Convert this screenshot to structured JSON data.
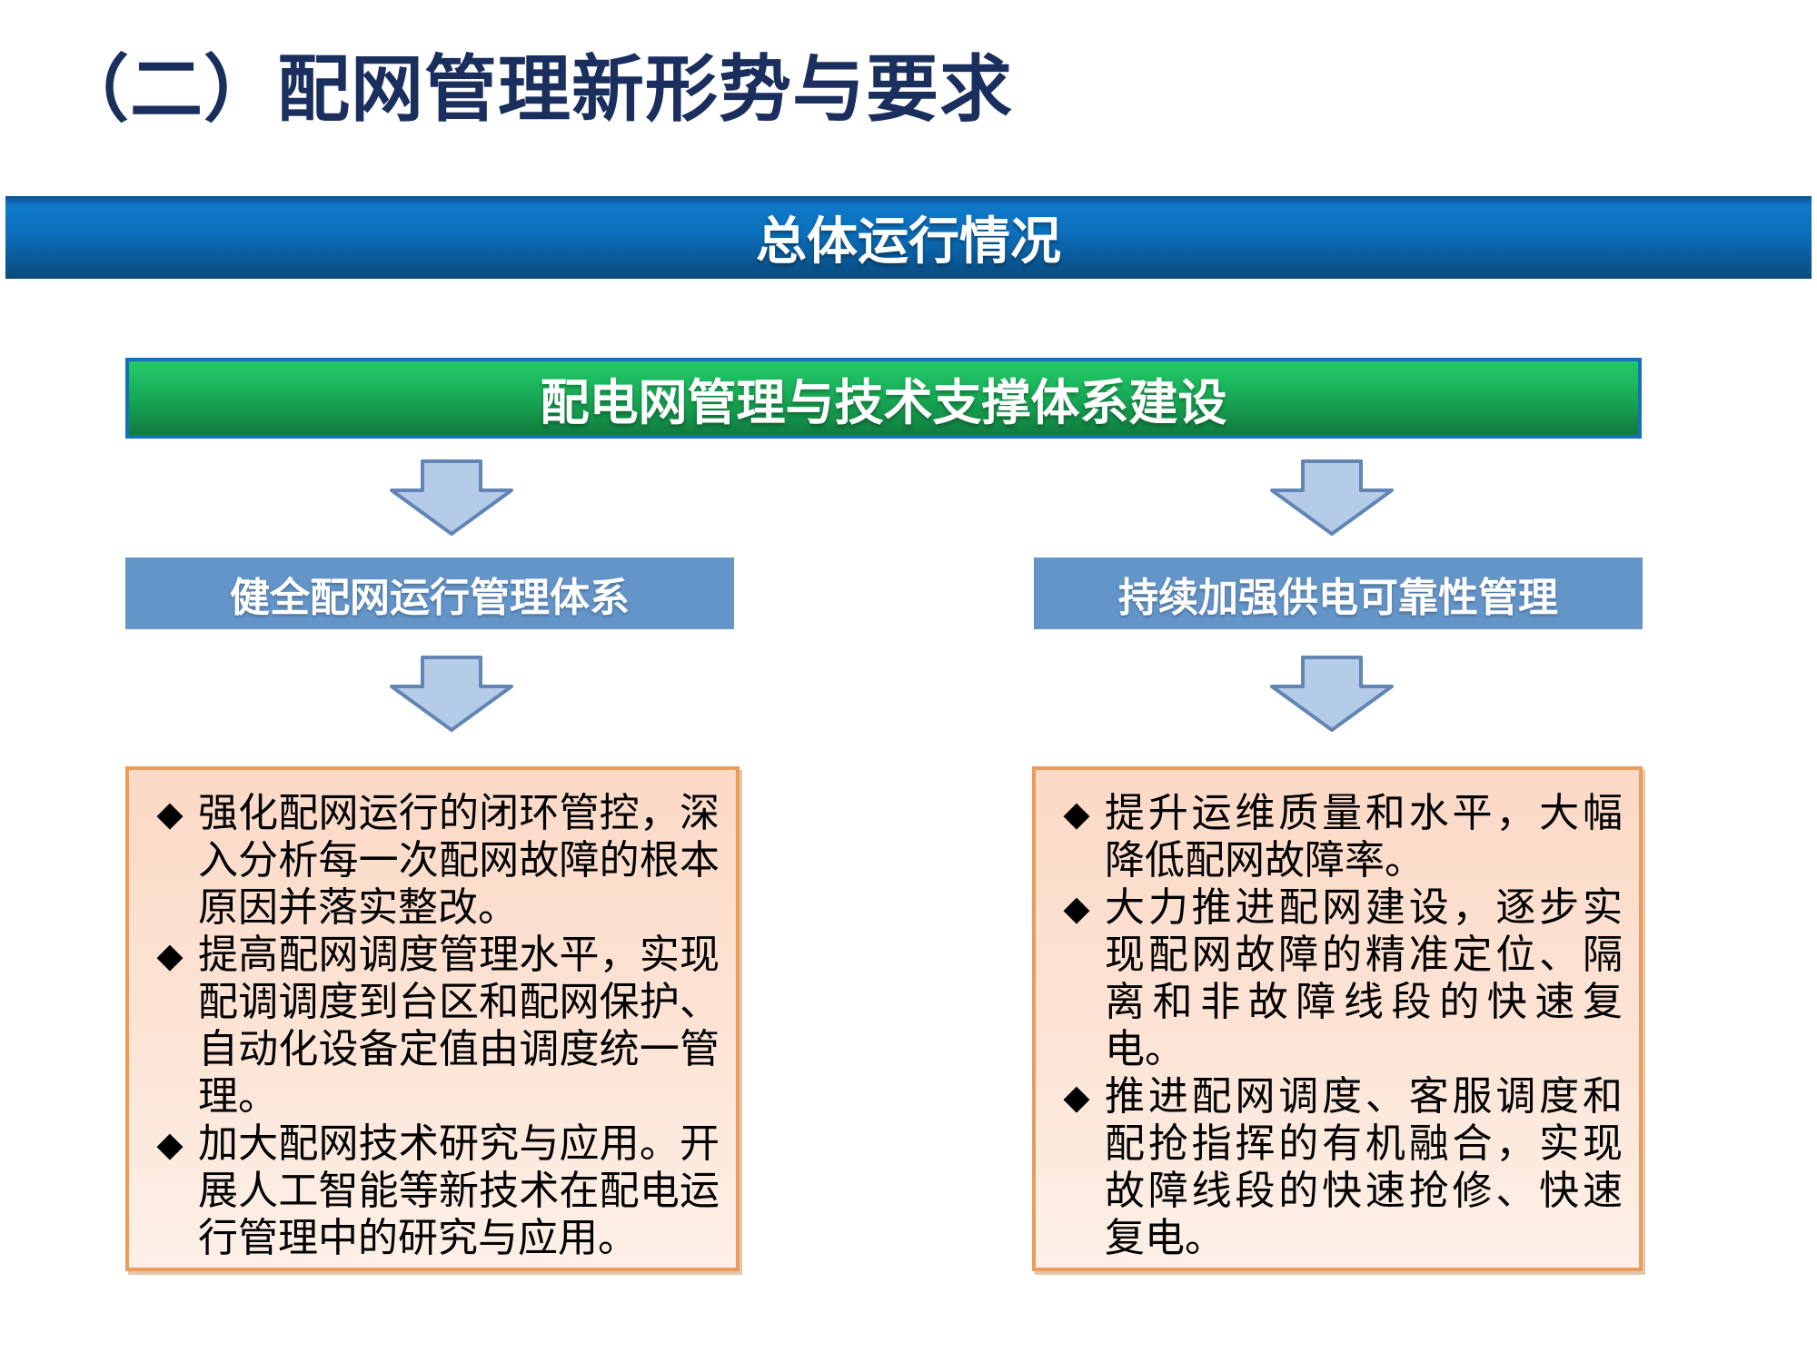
{
  "slide": {
    "title": "（二）配网管理新形势与要求",
    "section_banner": "总体运行情况",
    "root_box": "配电网管理与技术支撑体系建设"
  },
  "columns": [
    {
      "header": "健全配网运行管理体系",
      "bullets": [
        "强化配网运行的闭环管控，深入分析每一次配网故障的根本原因并落实整改。",
        "提高配网调度管理水平，实现配调调度到台区和配网保护、自动化设备定值由调度统一管理。",
        "加大配网技术研究与应用。开展人工智能等新技术在配电运行管理中的研究与应用。"
      ]
    },
    {
      "header": "持续加强供电可靠性管理",
      "bullets": [
        "提升运维质量和水平，大幅降低配网故障率。",
        "大力推进配网建设，逐步实现配网故障的精准定位、隔离和非故障线段的快速复电。",
        "推进配网调度、客服调度和配抢指挥的有机融合，实现故障线段的快速抢修、快速复电。"
      ]
    }
  ],
  "glyphs": {
    "bullet": "◆"
  },
  "colors": {
    "title_text": "#1b2f5e",
    "banner_blue_top": "#0e79c8",
    "banner_blue_bottom": "#0a4a7e",
    "green_top": "#25ca69",
    "green_bottom": "#107b3e",
    "green_border": "#1470bd",
    "column_header_blue": "#6495c9",
    "arrow_fill": "#b5cce9",
    "arrow_stroke": "#6285b5",
    "panel_border_orange": "#ea9c5b",
    "panel_fill_top": "#fbd9c6",
    "panel_fill_bottom": "#fdf0e8",
    "body_text": "#000000"
  }
}
